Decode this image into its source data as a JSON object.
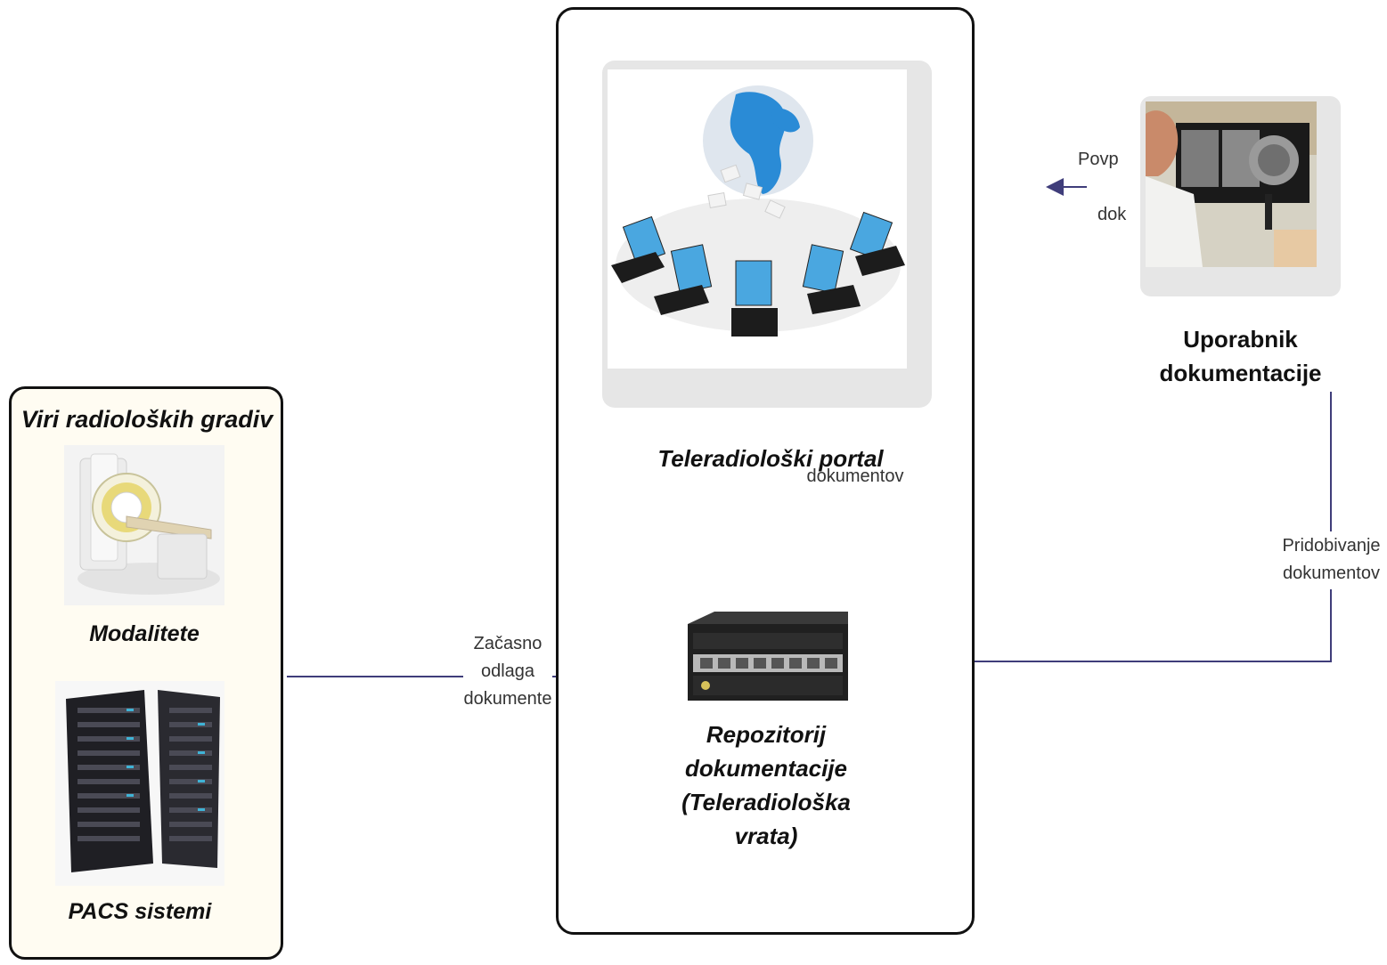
{
  "sources": {
    "title": "Viri radioloških gradiv",
    "modality_label": "Modalitete",
    "pacs_label": "PACS sistemi"
  },
  "portal": {
    "title": "Teleradiološki portal",
    "overlap_text": "dokumentov"
  },
  "repository": {
    "line1": "Repozitorij",
    "line2": "dokumentacije",
    "line3": "(Teleradiološka",
    "line4": "vrata)"
  },
  "user": {
    "line1": "Uporabnik",
    "line2": "dokumentacije",
    "partial1": "Povp",
    "partial2": "dok"
  },
  "flows": {
    "store": [
      "Začasno",
      "odlaga",
      "dokumente"
    ],
    "retrieve": [
      "Pridobivanje",
      "dokumentov"
    ]
  },
  "colors": {
    "connector": "#3f3d7a",
    "border": "#111111",
    "source_bg": "#fffcf2"
  }
}
